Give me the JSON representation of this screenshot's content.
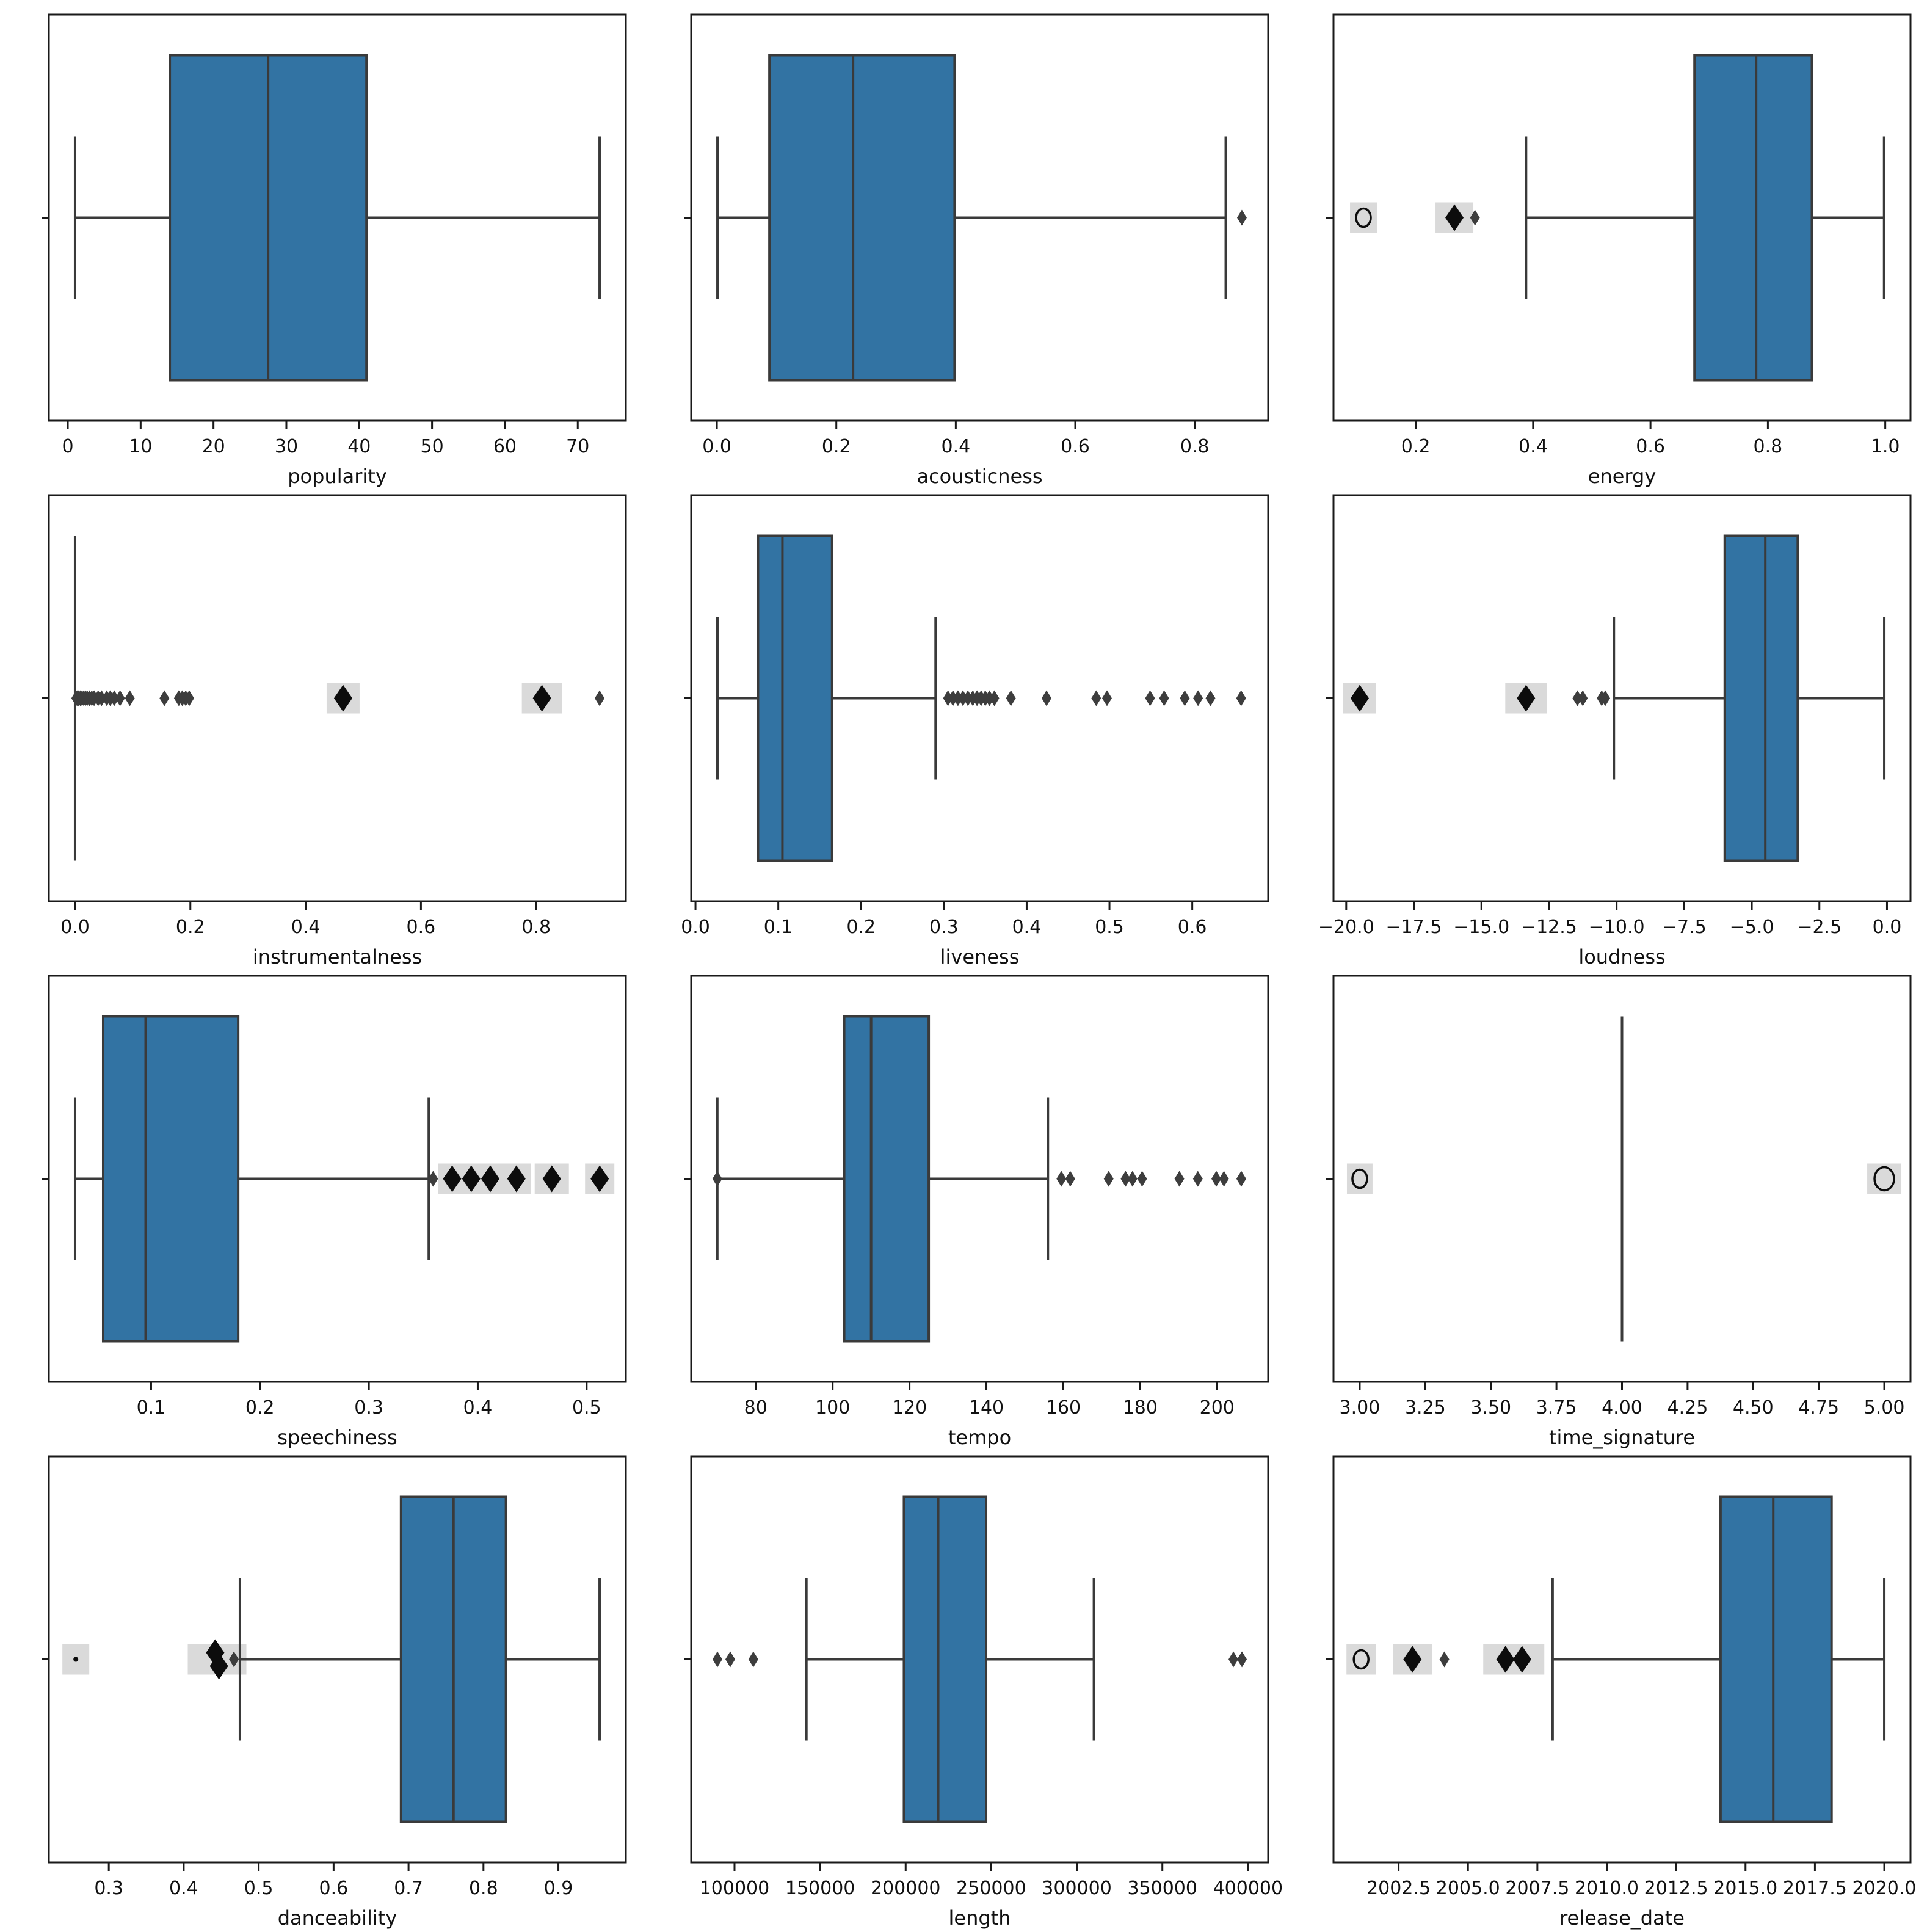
{
  "figure": {
    "background": "#ffffff",
    "box_fill": "#3273a3",
    "box_edge": "#3a3a3a",
    "frame_color": "#1a1a1a",
    "whisker_color": "#3a3a3a",
    "outlier_gray": "#3d3d3d",
    "outlier_black": "#0c0c0c",
    "patch_color": "#dadada",
    "text_color": "#111111"
  },
  "chart_data": [
    {
      "type": "box",
      "label": "popularity",
      "xlim": [
        -2.6,
        76.6
      ],
      "ticks": [
        0,
        10,
        20,
        30,
        40,
        50,
        60,
        70
      ],
      "decimals": 0,
      "box": {
        "q1": 14,
        "med": 27.5,
        "q3": 41,
        "wlo": 1,
        "whi": 73
      },
      "outliers": [],
      "patches": []
    },
    {
      "type": "box",
      "label": "acousticness",
      "xlim": [
        -0.043,
        0.923
      ],
      "ticks": [
        0.0,
        0.2,
        0.4,
        0.6,
        0.8
      ],
      "decimals": 1,
      "box": {
        "q1": 0.088,
        "med": 0.228,
        "q3": 0.398,
        "wlo": 0.001,
        "whi": 0.852
      },
      "outliers": [
        {
          "x": 0.879,
          "t": "d"
        }
      ],
      "patches": []
    },
    {
      "type": "box",
      "label": "energy",
      "xlim": [
        0.06,
        1.043
      ],
      "ticks": [
        0.2,
        0.4,
        0.6,
        0.8,
        1.0
      ],
      "decimals": 1,
      "box": {
        "q1": 0.675,
        "med": 0.78,
        "q3": 0.875,
        "wlo": 0.388,
        "whi": 0.998
      },
      "outliers": [
        {
          "x": 0.111,
          "t": "o"
        },
        {
          "x": 0.266,
          "t": "D"
        },
        {
          "x": 0.301,
          "t": "d"
        }
      ],
      "patches": [
        {
          "x": 0.111,
          "w": 44
        },
        {
          "x": 0.266,
          "w": 62
        }
      ]
    },
    {
      "type": "box",
      "label": "instrumentalness",
      "xlim": [
        -0.0455,
        0.9555
      ],
      "ticks": [
        0.0,
        0.2,
        0.4,
        0.6,
        0.8
      ],
      "decimals": 1,
      "box": null,
      "line_at": 0.0,
      "outliers": [
        {
          "x": 0.002,
          "t": "d"
        },
        {
          "x": 0.004,
          "t": "d"
        },
        {
          "x": 0.006,
          "t": "d"
        },
        {
          "x": 0.009,
          "t": "d"
        },
        {
          "x": 0.012,
          "t": "d"
        },
        {
          "x": 0.015,
          "t": "d"
        },
        {
          "x": 0.018,
          "t": "d"
        },
        {
          "x": 0.021,
          "t": "d"
        },
        {
          "x": 0.025,
          "t": "d"
        },
        {
          "x": 0.029,
          "t": "d"
        },
        {
          "x": 0.033,
          "t": "d"
        },
        {
          "x": 0.04,
          "t": "d"
        },
        {
          "x": 0.046,
          "t": "d"
        },
        {
          "x": 0.055,
          "t": "d"
        },
        {
          "x": 0.061,
          "t": "d"
        },
        {
          "x": 0.068,
          "t": "d"
        },
        {
          "x": 0.078,
          "t": "d"
        },
        {
          "x": 0.095,
          "t": "d"
        },
        {
          "x": 0.155,
          "t": "d"
        },
        {
          "x": 0.18,
          "t": "d"
        },
        {
          "x": 0.186,
          "t": "d"
        },
        {
          "x": 0.192,
          "t": "d"
        },
        {
          "x": 0.198,
          "t": "d"
        },
        {
          "x": 0.465,
          "t": "D"
        },
        {
          "x": 0.81,
          "t": "D"
        },
        {
          "x": 0.91,
          "t": "d"
        }
      ],
      "patches": [
        {
          "x": 0.465,
          "w": 54
        },
        {
          "x": 0.81,
          "w": 66
        }
      ]
    },
    {
      "type": "box",
      "label": "liveness",
      "xlim": [
        -0.0052,
        0.6917
      ],
      "ticks": [
        0.0,
        0.1,
        0.2,
        0.3,
        0.4,
        0.5,
        0.6
      ],
      "decimals": 1,
      "box": {
        "q1": 0.0755,
        "med": 0.105,
        "q3": 0.165,
        "wlo": 0.0265,
        "whi": 0.29
      },
      "outliers": [
        {
          "x": 0.305,
          "t": "d"
        },
        {
          "x": 0.311,
          "t": "d"
        },
        {
          "x": 0.317,
          "t": "d"
        },
        {
          "x": 0.323,
          "t": "d"
        },
        {
          "x": 0.329,
          "t": "d"
        },
        {
          "x": 0.335,
          "t": "d"
        },
        {
          "x": 0.34,
          "t": "d"
        },
        {
          "x": 0.345,
          "t": "d"
        },
        {
          "x": 0.35,
          "t": "d"
        },
        {
          "x": 0.355,
          "t": "d"
        },
        {
          "x": 0.361,
          "t": "d"
        },
        {
          "x": 0.381,
          "t": "d"
        },
        {
          "x": 0.424,
          "t": "d"
        },
        {
          "x": 0.484,
          "t": "d"
        },
        {
          "x": 0.497,
          "t": "d"
        },
        {
          "x": 0.549,
          "t": "d"
        },
        {
          "x": 0.566,
          "t": "d"
        },
        {
          "x": 0.591,
          "t": "d"
        },
        {
          "x": 0.607,
          "t": "d"
        },
        {
          "x": 0.622,
          "t": "d"
        },
        {
          "x": 0.659,
          "t": "d"
        }
      ],
      "patches": []
    },
    {
      "type": "box",
      "label": "loudness",
      "xlim": [
        -20.47,
        0.87
      ],
      "ticks": [
        -20.0,
        -17.5,
        -15.0,
        -12.5,
        -10.0,
        -7.5,
        -5.0,
        -2.5,
        0.0
      ],
      "decimals": 1,
      "box": {
        "q1": -6.0,
        "med": -4.5,
        "q3": -3.3,
        "wlo": -10.1,
        "whi": -0.1
      },
      "outliers": [
        {
          "x": -19.5,
          "t": "D"
        },
        {
          "x": -13.35,
          "t": "D"
        },
        {
          "x": -11.45,
          "t": "d"
        },
        {
          "x": -11.25,
          "t": "d"
        },
        {
          "x": -10.55,
          "t": "d"
        },
        {
          "x": -10.42,
          "t": "d"
        }
      ],
      "patches": [
        {
          "x": -19.5,
          "w": 54
        },
        {
          "x": -13.35,
          "w": 68
        }
      ]
    },
    {
      "type": "box",
      "label": "speechiness",
      "xlim": [
        0.0061,
        0.536
      ],
      "ticks": [
        0.1,
        0.2,
        0.3,
        0.4,
        0.5
      ],
      "decimals": 1,
      "box": {
        "q1": 0.056,
        "med": 0.095,
        "q3": 0.18,
        "wlo": 0.0302,
        "whi": 0.355
      },
      "outliers": [
        {
          "x": 0.359,
          "t": "d"
        },
        {
          "x": 0.3765,
          "t": "D"
        },
        {
          "x": 0.394,
          "t": "D"
        },
        {
          "x": 0.4115,
          "t": "D"
        },
        {
          "x": 0.4355,
          "t": "D"
        },
        {
          "x": 0.468,
          "t": "D"
        },
        {
          "x": 0.512,
          "t": "D"
        }
      ],
      "patches": [
        {
          "x": 0.406,
          "w": 152
        },
        {
          "x": 0.468,
          "w": 56
        },
        {
          "x": 0.512,
          "w": 48
        }
      ]
    },
    {
      "type": "box",
      "label": "tempo",
      "xlim": [
        63.2,
        213.3
      ],
      "ticks": [
        80,
        100,
        120,
        140,
        160,
        180,
        200
      ],
      "decimals": 0,
      "box": {
        "q1": 103,
        "med": 110,
        "q3": 125,
        "wlo": 70,
        "whi": 156
      },
      "outliers": [
        {
          "x": 70,
          "t": "d"
        },
        {
          "x": 159.5,
          "t": "d"
        },
        {
          "x": 161.8,
          "t": "d"
        },
        {
          "x": 171.8,
          "t": "d"
        },
        {
          "x": 176.2,
          "t": "d"
        },
        {
          "x": 178.0,
          "t": "d"
        },
        {
          "x": 180.5,
          "t": "d"
        },
        {
          "x": 190.2,
          "t": "d"
        },
        {
          "x": 195.0,
          "t": "d"
        },
        {
          "x": 199.8,
          "t": "d"
        },
        {
          "x": 201.8,
          "t": "d"
        },
        {
          "x": 206.3,
          "t": "d"
        }
      ],
      "patches": []
    },
    {
      "type": "box",
      "label": "time_signature",
      "xlim": [
        2.9,
        5.1
      ],
      "ticks": [
        3.0,
        3.25,
        3.5,
        3.75,
        4.0,
        4.25,
        4.5,
        4.75,
        5.0
      ],
      "decimals": 2,
      "box": null,
      "line_at": 4.0,
      "outliers": [
        {
          "x": 3.0,
          "t": "o"
        },
        {
          "x": 5.0,
          "t": "O"
        }
      ],
      "patches": [
        {
          "x": 3.0,
          "w": 42
        },
        {
          "x": 5.0,
          "w": 56
        }
      ]
    },
    {
      "type": "box",
      "label": "danceability",
      "xlim": [
        0.22,
        0.99
      ],
      "ticks": [
        0.3,
        0.4,
        0.5,
        0.6,
        0.7,
        0.8,
        0.9
      ],
      "decimals": 1,
      "box": {
        "q1": 0.69,
        "med": 0.76,
        "q3": 0.83,
        "wlo": 0.475,
        "whi": 0.955
      },
      "outliers": [
        {
          "x": 0.256,
          "t": "."
        },
        {
          "x": 0.442,
          "t": "D",
          "dy": -11
        },
        {
          "x": 0.447,
          "t": "D",
          "dy": 11
        },
        {
          "x": 0.467,
          "t": "d"
        }
      ],
      "patches": [
        {
          "x": 0.256,
          "w": 44
        },
        {
          "x": 0.4445,
          "w": 96
        }
      ]
    },
    {
      "type": "box",
      "label": "length",
      "xlim": [
        74675,
        411825
      ],
      "ticks": [
        100000,
        150000,
        200000,
        250000,
        300000,
        350000,
        400000
      ],
      "decimals": 0,
      "box": {
        "q1": 199000,
        "med": 219000,
        "q3": 247000,
        "wlo": 142000,
        "whi": 310000
      },
      "outliers": [
        {
          "x": 90000,
          "t": "d"
        },
        {
          "x": 97500,
          "t": "d"
        },
        {
          "x": 111000,
          "t": "d"
        },
        {
          "x": 391500,
          "t": "d"
        },
        {
          "x": 396500,
          "t": "d"
        }
      ],
      "patches": []
    },
    {
      "type": "box",
      "label": "release_date",
      "xlim": [
        2000.155,
        2020.945
      ],
      "ticks": [
        2002.5,
        2005.0,
        2007.5,
        2010.0,
        2012.5,
        2015.0,
        2017.5,
        2020.0
      ],
      "decimals": 1,
      "box": {
        "q1": 2014.1,
        "med": 2016.0,
        "q3": 2018.1,
        "wlo": 2008.05,
        "whi": 2020.0
      },
      "outliers": [
        {
          "x": 2001.15,
          "t": "o"
        },
        {
          "x": 2003.0,
          "t": "D"
        },
        {
          "x": 2004.15,
          "t": "d"
        },
        {
          "x": 2006.35,
          "t": "D"
        },
        {
          "x": 2006.95,
          "t": "D"
        }
      ],
      "patches": [
        {
          "x": 2001.15,
          "w": 48
        },
        {
          "x": 2003.0,
          "w": 64
        },
        {
          "x": 2006.65,
          "w": 100
        }
      ]
    }
  ]
}
